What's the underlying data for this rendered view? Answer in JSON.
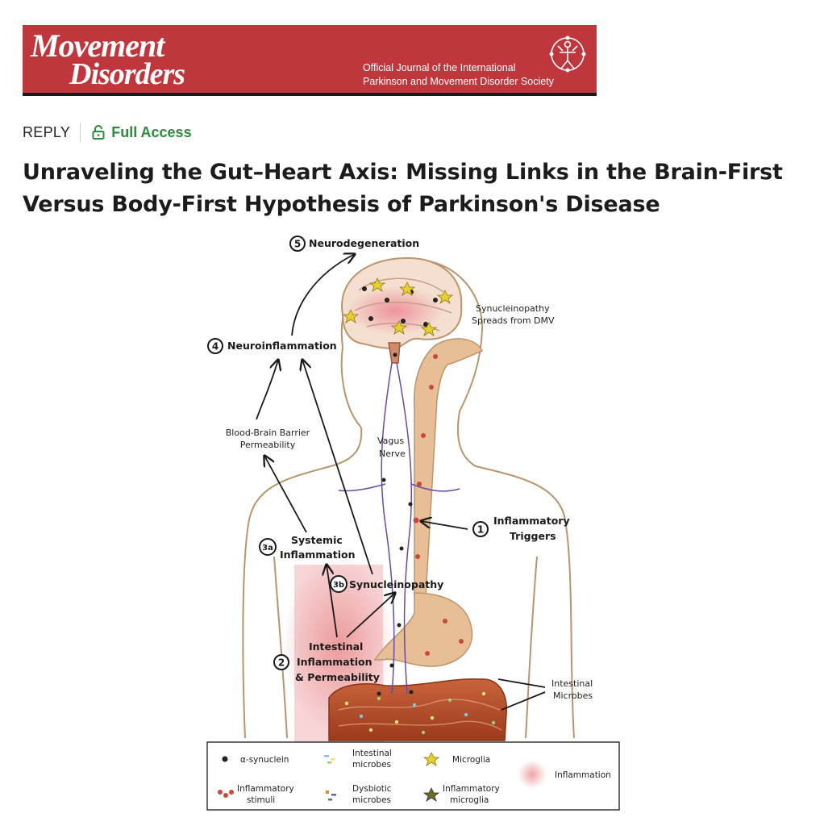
{
  "journal": {
    "logo_line1": "Movement",
    "logo_line2": "Disorders",
    "society_line1": "Official Journal of the International",
    "society_line2": "Parkinson and Movement Disorder Society"
  },
  "article": {
    "type_label": "REPLY",
    "access_label": "Full Access",
    "title": "Unraveling the Gut–Heart Axis: Missing Links in the Brain-First Versus Body-First Hypothesis of Parkinson's Disease"
  },
  "figure": {
    "step5": {
      "num": "5",
      "label": "Neurodegeneration"
    },
    "step4": {
      "num": "4",
      "label": "Neuroinflammation"
    },
    "step1": {
      "num": "1",
      "line1": "Inflammatory",
      "line2": "Triggers"
    },
    "step3a": {
      "num": "3a",
      "line1": "Systemic",
      "line2": "Inflammation"
    },
    "step3b": {
      "num": "3b",
      "label": "Synucleinopathy"
    },
    "step2": {
      "num": "2",
      "line1": "Intestinal",
      "line2": "Inflammation",
      "line3": "& Permeability"
    },
    "spread_line1": "Synucleinopathy",
    "spread_line2": "Spreads from DMV",
    "bbb_line1": "Blood-Brain Barrier",
    "bbb_line2": "Permeability",
    "vagus_line1": "Vagus",
    "vagus_line2": "Nerve",
    "microbes_line1": "Intestinal",
    "microbes_line2": "Microbes",
    "legend": {
      "asyn": "α-synuclein",
      "intestinal_1": "Intestinal",
      "intestinal_2": "microbes",
      "microglia": "Microglia",
      "inflammation": "Inflammation",
      "stimuli_1": "Inflammatory",
      "stimuli_2": "stimuli",
      "dysbiotic_1": "Dysbiotic",
      "dysbiotic_2": "microbes",
      "infl_microglia_1": "Inflammatory",
      "infl_microglia_2": "microglia"
    }
  },
  "colors": {
    "banner": "#c0363d",
    "full_access": "#2d8a3e",
    "gut": "#e8be96",
    "body_outline": "#b8956e",
    "vagus": "#6a4aa0",
    "inflammation": "#e88888"
  }
}
